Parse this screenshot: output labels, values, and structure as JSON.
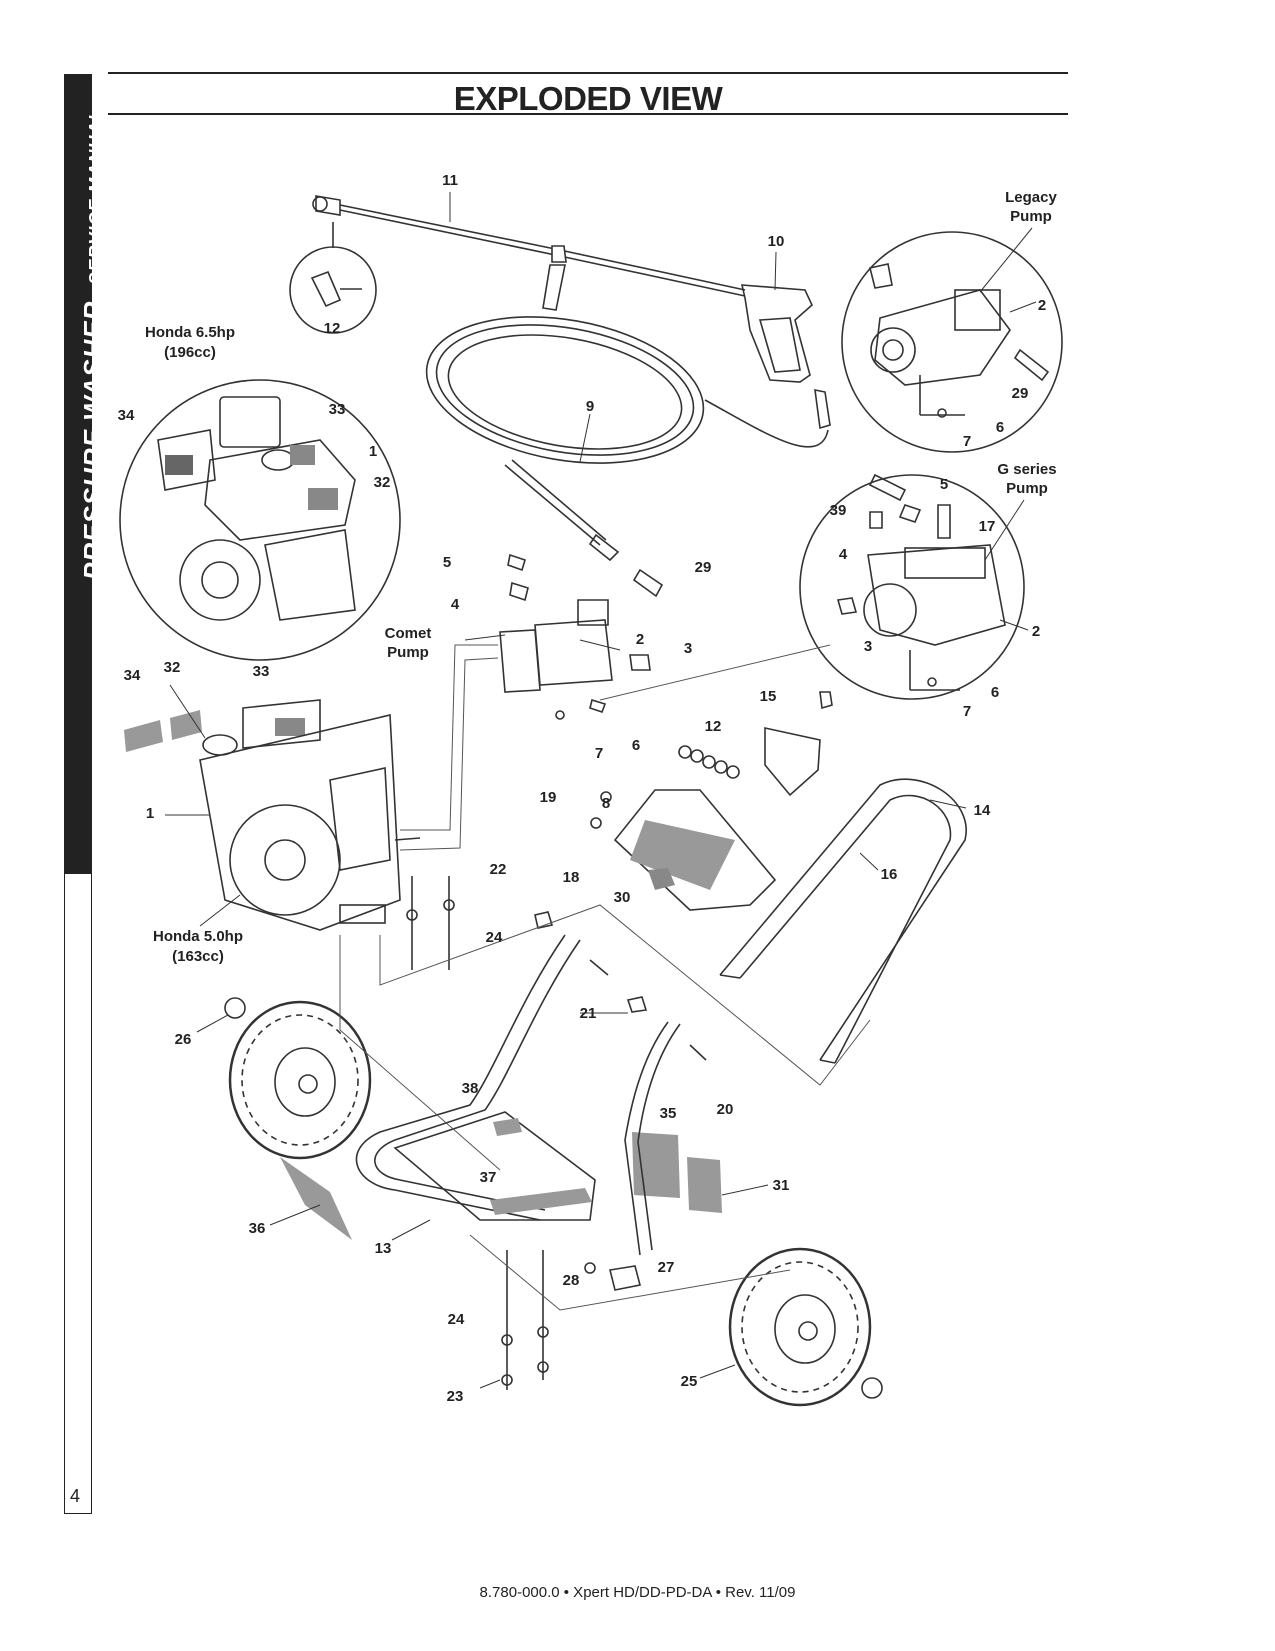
{
  "side_tab": {
    "main": "PRESSURE WASHER",
    "sub": "SERVICE MANUAL"
  },
  "page_number": "4",
  "title": "EXPLODED VIEW",
  "callout_labels": [
    "11",
    "12",
    "10",
    "2",
    "29",
    "6",
    "7",
    "9",
    "33",
    "34",
    "1",
    "32",
    "5",
    "39",
    "17",
    "4",
    "3",
    "2",
    "6",
    "7",
    "29",
    "5",
    "4",
    "2",
    "3",
    "7",
    "6",
    "34",
    "32",
    "33",
    "12",
    "15",
    "14",
    "1",
    "19",
    "8",
    "18",
    "30",
    "16",
    "22",
    "24",
    "21",
    "20",
    "26",
    "38",
    "35",
    "37",
    "31",
    "36",
    "13",
    "28",
    "27",
    "24",
    "23",
    "25"
  ],
  "group_labels": {
    "honda65_line1": "Honda 6.5hp",
    "honda65_line2": "(196cc)",
    "honda50_line1": "Honda 5.0hp",
    "honda50_line2": "(163cc)",
    "legacy_line1": "Legacy",
    "legacy_line2": "Pump",
    "gseries_line1": "G series",
    "gseries_line2": "Pump",
    "comet_line1": "Comet",
    "comet_line2": "Pump"
  },
  "footer": "8.780-000.0 • Xpert HD/DD-PD-DA • Rev. 11/09"
}
